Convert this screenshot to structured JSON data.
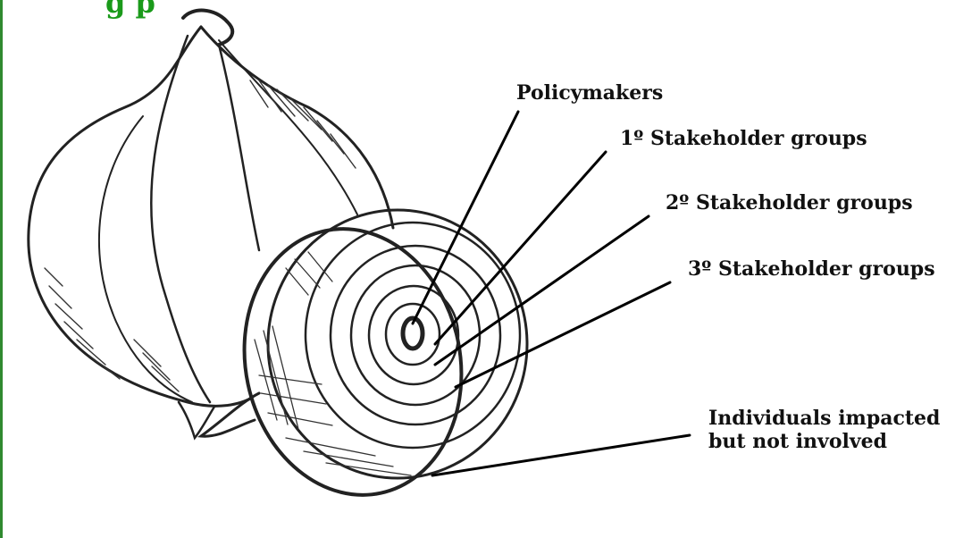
{
  "title_fragment": "g         p",
  "labels": {
    "policymakers": "Policymakers",
    "primary": "1º Stakeholder groups",
    "secondary": "2º Stakeholder groups",
    "tertiary": "3º Stakeholder groups",
    "individuals_line1": "Individuals impacted",
    "individuals_line2": "but not involved"
  },
  "colors": {
    "accent": "#1a9a1a",
    "frame": "#2f8a2f",
    "ink": "#111111"
  },
  "icons": [
    "whole-onion-illustration",
    "cut-onion-illustration"
  ]
}
